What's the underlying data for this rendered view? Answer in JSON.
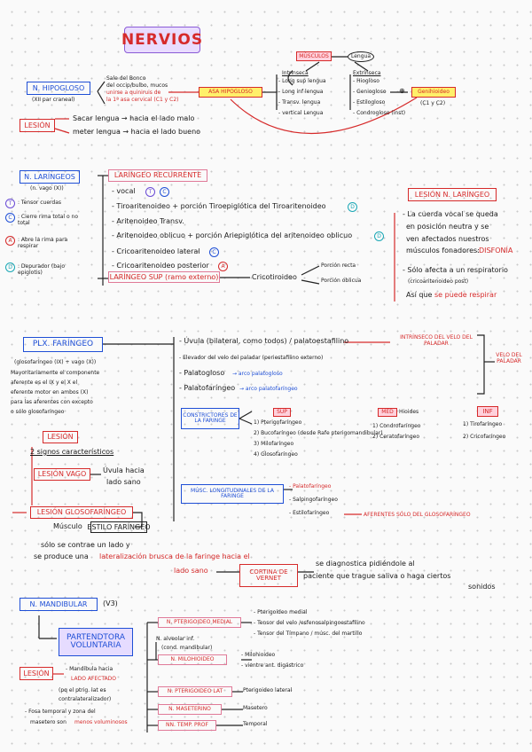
{
  "title": "NERVIOS",
  "hipogloso": {
    "name": "N. HIPOGLOSO",
    "sub": "(XII par craneal)",
    "note1": "Sale del Bonco",
    "note2": "del occip/bulbo, mucos",
    "note3": "unirse a quiniruis de",
    "note4": "la 1ª asa cervical (C1 y C2)",
    "asa": "ASA HIPOGLOSO",
    "lesion": "LESIÓN",
    "lesion1": "Sacar lengua → hacia el lado malo",
    "lesion2": "meter lengua → hacia el lado bueno",
    "musculos": "MÚSCULOS",
    "lengua": "Lengua",
    "intrinseca": "Intrínseca",
    "intr_items": [
      "- Long sup lengua",
      "- Long inf lengua",
      "- Transv. lengua",
      "- vertical Lengua"
    ],
    "extrinseca": "Extrínseca",
    "extr_items": [
      "- Hiogloso",
      "- Geniogloso",
      "- Estilogloso",
      "- Condrogloso (inst)"
    ],
    "genio": "Genihioideo",
    "genio_sub": "(C1 y C2)"
  },
  "laringeos": {
    "name": "N. LARÍNGEOS",
    "sub": "(n. vago (X))",
    "legend": [
      {
        "k": "T",
        "v": ": Tensor cuerdas"
      },
      {
        "k": "C",
        "v": ": Cierre rima total o no total"
      },
      {
        "k": "A",
        "v": ": Abre la rima para respirar"
      },
      {
        "k": "D",
        "v": ": Depurador (bajo epiglotis)"
      }
    ],
    "recurrente": "LARÍNGEO RECURRENTE",
    "rec_items": [
      "- vocal",
      "- Tiroaritenoideo + porción Tiroepiglótica del Tiroaritenoideo",
      "- Aritenoideo Transv.",
      "- Aritenoideo oblicuo + porción Ariepiglótica del aritenoideo oblicuo",
      "- Cricoaritenoideo lateral",
      "- Cricoaritenoideo posterior"
    ],
    "sup": "LARÍNGEO SUP (ramo externo)",
    "crico": "Cricotiroideo",
    "porcion1": "Porción recta",
    "porcion2": "Porción oblicua",
    "lesion_title": "LESIÓN N. LARÍNGEO",
    "les1": "- La cuerda vocal se queda",
    "les2": "en posición neutra y se",
    "les3": "ven afectados nuestros",
    "les4": "músculos fonadores:",
    "les4b": "DISFONÍA",
    "les5": "- Sólo afecta a un respiratorio",
    "les6": "(cricoaritenoideo post)",
    "les7": "Así que",
    "les7b": "se puede respirar"
  },
  "faringeo": {
    "name": "PLX. FARÍNGEO",
    "p1": "(glosofaríngeo (IX) + vago (X))",
    "p2": "Mayoritariamente el componente",
    "p3": "aferente es el IX y el X el",
    "p4": "eferente motor en ambos (X)",
    "p5": "para las aferentes con excepto",
    "p6": "o sólo glosofaríngeo",
    "lesion": "LESIÓN",
    "signos": "2 signos característicos",
    "vago": "LESIÓN VAGO",
    "uvula1": "Úvula hacia",
    "uvula2": "lado sano",
    "glosof": "LESIÓN GLOSOFARÍNGEO",
    "musculo": "Músculo",
    "estilo": "ESTILO FARÍNGEO",
    "contrae1": "sólo se contrae un lado y",
    "contrae2": "se produce una",
    "contrae2b": "lateralización brusca de la faringe hacia el",
    "contrae3": "lado sano",
    "cortina": "CORTINA DE VERNET",
    "diag1": "se diagnostica pidiéndole al",
    "diag2": "paciente que trague saliva o haga ciertos",
    "diag3": "sonidos",
    "list": [
      "- Úvula (bilateral, como todos) / palatoestafilino",
      "- Elevador del velo del paladar (periestafilino externo)",
      "- Palatogloso",
      "- Palatofaríngeo"
    ],
    "arco1": "→ arco palatogloso",
    "arco2": "→ arco palatofaríngeo",
    "intrinseco": "INTRÍNSECO DEL VELO DEL PALADAR",
    "velo": "VELO DEL PALADAR",
    "constrictores": "CONSTRICTORES DE LA FARINGE",
    "sup": "SUP",
    "sup_items": [
      "1) Pterigofaríngeo",
      "2) Bucofaríngeo (desde Rafe pterigomandibular)",
      "3) Milofaríngeo",
      "4) Glosofaríngeo"
    ],
    "med": "MED",
    "med_head": "Hioides",
    "med_items": [
      "1) Condrofaríngeo",
      "2) Ceratofaríngeo"
    ],
    "inf": "INF",
    "inf_items": [
      "1) Tirofaríngeo",
      "2) Cricofaríngeo"
    ],
    "longitudinales": "MÚSC. LONGITUDINALES DE LA FARINGE",
    "long_items": [
      "- Palatofaríngeo",
      "- Salpingofaríngeo",
      "- Estilofaríngeo"
    ],
    "aferente": "AFERENTES SÓLO DEL GLOSOFARÍNGEO"
  },
  "mandibular": {
    "name": "N. MANDIBULAR",
    "sub": "(V3)",
    "partendora": "PARTENDTORA VOLUNTARIA",
    "pterigoideo_medial": "N. PTERIGOIDEO MEDIAL",
    "pm_items": [
      "- Pterigoideo medial",
      "- Tensor del velo /esfenosalpingoestafilino",
      "- Tensor del Tímpano / músc. del martillo"
    ],
    "alveolar": "N. alveolar inf.",
    "alveolar_sub": "(cond. mandibular)",
    "milohioideo": "N. MILOHIOIDEO",
    "mh_items": [
      "- Milohioideo",
      "- vientre ant. digástrico"
    ],
    "pterigoideo_lat": "N. PTERIGOIDEO LAT",
    "pl_item": "Pterigoideo lateral",
    "maseterino": "N. MASETERINO",
    "ma_item": "Masetero",
    "temporal": "NN. TEMP. PROF",
    "te_item": "Temporal",
    "lesion": "LESIÓN",
    "les1": "- Mandíbula hacia",
    "les2": "LADO AFECTADO",
    "les3": "(pq el ptrig. lat es",
    "les4": "contralateralizador)",
    "les5": "- Fosa temporal y zona del",
    "les6": "masetero son",
    "les6b": "menos voluminosos"
  }
}
